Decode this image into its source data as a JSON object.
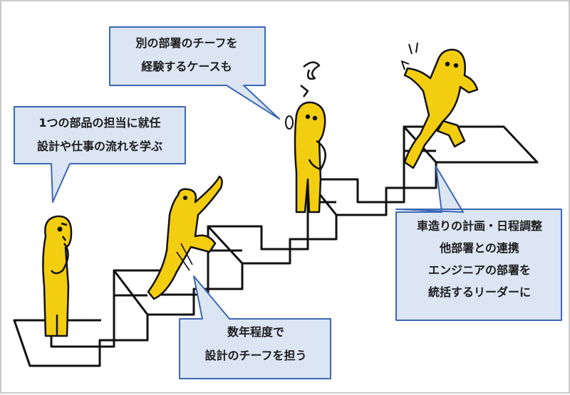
{
  "colors": {
    "bubble_fill": "#dbe5f3",
    "bubble_stroke": "#3b68b3",
    "figure_fill": "#f3cd10",
    "line": "#111111"
  },
  "callouts": [
    {
      "id": "c1",
      "lines": [
        "1つの部品の担当に就任",
        "設計や仕事の流れを学ぶ"
      ]
    },
    {
      "id": "c2",
      "lines": [
        "別の部署のチーフを",
        "経験するケースも"
      ]
    },
    {
      "id": "c3",
      "lines": [
        "車造りの計画・日程調整",
        "他部署との連携",
        "エンジニアの部署を",
        "統括するリーダーに"
      ]
    },
    {
      "id": "c4",
      "lines": [
        "数年程度で",
        "設計のチーフを担う"
      ]
    }
  ],
  "figures": [
    {
      "name": "thinking-person-icon"
    },
    {
      "name": "climbing-person-icon"
    },
    {
      "name": "confused-person-icon"
    },
    {
      "name": "celebrating-person-icon"
    }
  ]
}
